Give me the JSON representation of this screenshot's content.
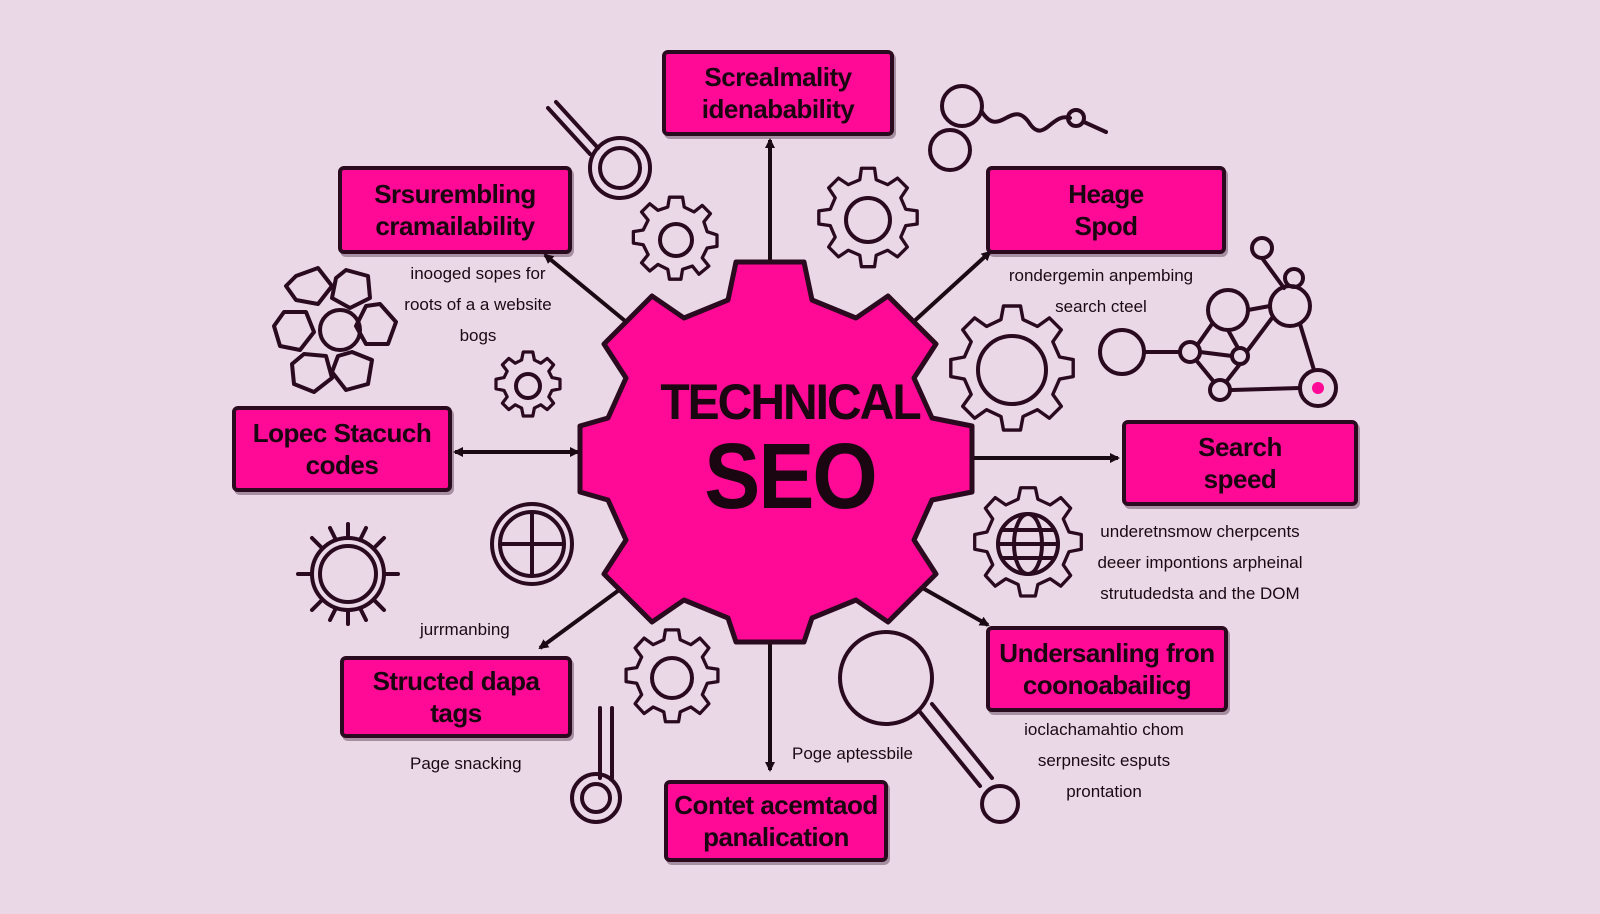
{
  "center": {
    "line1": "TECHNICAL",
    "line2": "SEO"
  },
  "nodes": {
    "top": [
      "Screalmality",
      "idenabability"
    ],
    "upper_left": [
      "Srsurembling",
      "cramailability"
    ],
    "upper_right": [
      "Heage",
      "Spod"
    ],
    "left": [
      "Lopec Stacuch",
      "codes"
    ],
    "right": [
      "Search",
      "speed"
    ],
    "lower_left": [
      "Structed dapa",
      "tags"
    ],
    "lower_right": [
      "Undersanling fron",
      "coonoabailicg"
    ],
    "bottom": [
      "Contet acemtaod",
      "panalication"
    ]
  },
  "notes": {
    "upper_left": [
      "inooged sopes for",
      "roots of a a website",
      "bogs"
    ],
    "upper_right": [
      "rondergemin anpembing",
      "search cteel"
    ],
    "right": [
      "underetnsmow cherpcents",
      "deeer impontions arpheinal",
      "strutudedsta and the DOM"
    ],
    "lower_left_label": "jurrmanbing",
    "lower_left_caption": "Page snacking",
    "bottom_caption": "Poge aptessbile",
    "lower_right": [
      "ioclachamahtio chom",
      "serpnesitc esputs",
      "prontation"
    ]
  },
  "colors": {
    "background": "#ead8e6",
    "accent": "#ff0a96",
    "outline": "#2a0a1e"
  },
  "icons": [
    "magnifier-icon",
    "molecule-icon",
    "gear-icon",
    "network-icon",
    "honeycomb-icon",
    "globe-icon",
    "sun-icon"
  ]
}
